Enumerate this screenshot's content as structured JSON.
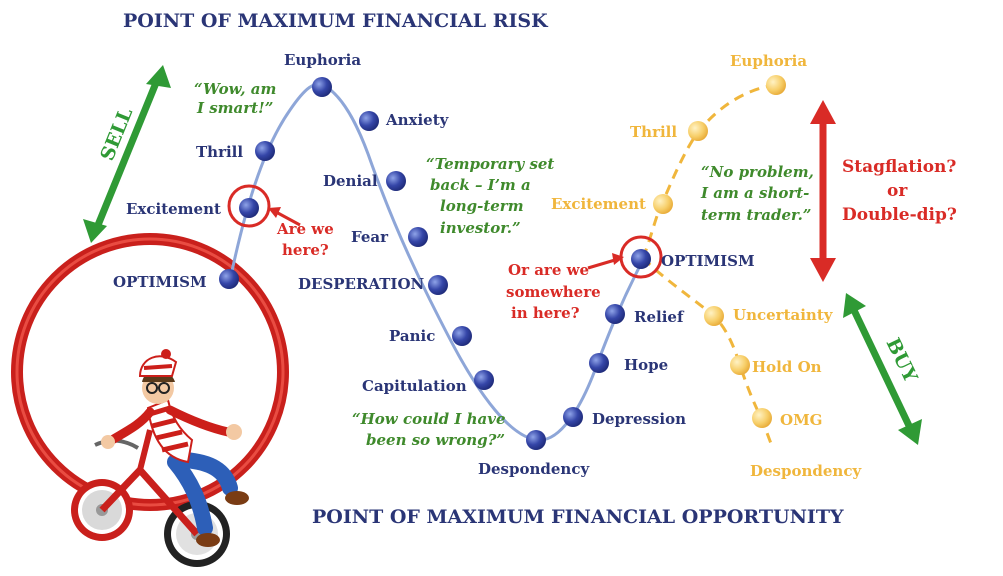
{
  "titles": {
    "top": "POINT OF MAXIMUM FINANCIAL RISK",
    "bottom": "POINT OF MAXIMUM FINANCIAL OPPORTUNITY"
  },
  "arrows": {
    "sell": "SELL",
    "buy": "BUY"
  },
  "cycle_blue": {
    "optimism": "OPTIMISM",
    "excitement": "Excitement",
    "thrill": "Thrill",
    "euphoria": "Euphoria",
    "anxiety": "Anxiety",
    "denial": "Denial",
    "fear": "Fear",
    "desperation": "DESPERATION",
    "panic": "Panic",
    "capitulation": "Capitulation",
    "despondency": "Despondency",
    "depression": "Depression",
    "hope": "Hope",
    "relief": "Relief",
    "optimism2": "OPTIMISM"
  },
  "cycle_gold": {
    "excitement": "Excitement",
    "thrill": "Thrill",
    "euphoria": "Euphoria",
    "uncertainty": "Uncertainty",
    "hold_on": "Hold On",
    "omg": "OMG",
    "despondency": "Despondency"
  },
  "quotes": {
    "wow": [
      "“Wow, am",
      "I smart!”"
    ],
    "temporary": [
      "“Temporary set",
      "back – I’m a",
      "long-term",
      "investor.”"
    ],
    "how_could": [
      "“How could I have",
      "been so wrong?”"
    ],
    "no_problem": [
      "“No problem,",
      "I am a short-",
      "term trader.”"
    ]
  },
  "callouts": {
    "are_we": [
      "Are we",
      "here?"
    ],
    "or_are_we": [
      "Or are we",
      "somewhere",
      "in here?"
    ],
    "stagflation": [
      "Stagflation?",
      "or",
      "Double-dip?"
    ]
  },
  "colors": {
    "navy": "#2a3576",
    "green": "#3f8a2c",
    "red": "#d92b26",
    "gold": "#f0b63c",
    "curve_blue": "#8ea6d8",
    "dot_blue": "#2f3d9a"
  }
}
